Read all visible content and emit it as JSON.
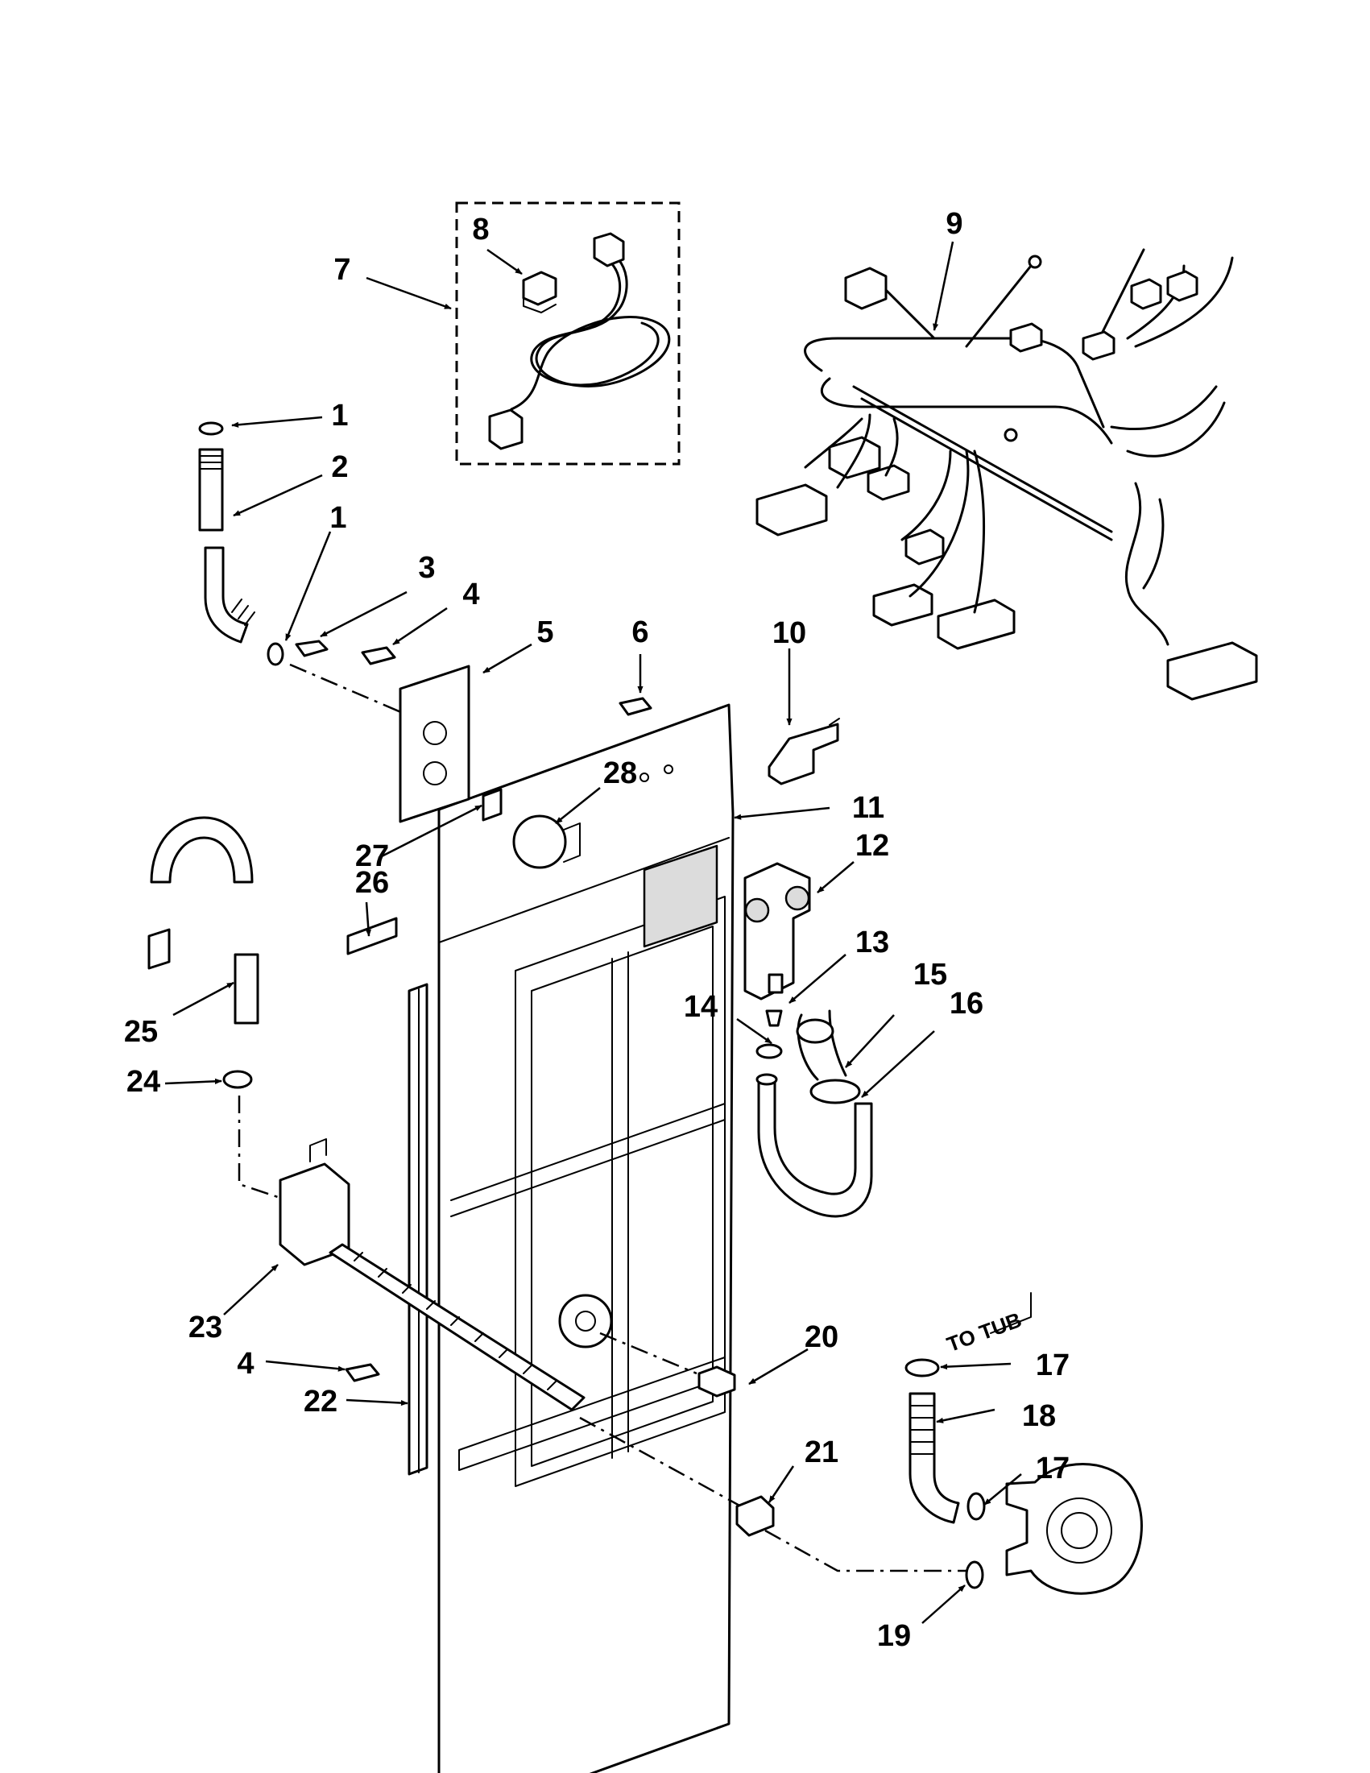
{
  "diagram": {
    "callouts": [
      {
        "id": "c1a",
        "label": "1"
      },
      {
        "id": "c2",
        "label": "2"
      },
      {
        "id": "c1b",
        "label": "1"
      },
      {
        "id": "c3",
        "label": "3"
      },
      {
        "id": "c4a",
        "label": "4"
      },
      {
        "id": "c5",
        "label": "5"
      },
      {
        "id": "c6",
        "label": "6"
      },
      {
        "id": "c7",
        "label": "7"
      },
      {
        "id": "c8",
        "label": "8"
      },
      {
        "id": "c9",
        "label": "9"
      },
      {
        "id": "c10",
        "label": "10"
      },
      {
        "id": "c11",
        "label": "11"
      },
      {
        "id": "c12",
        "label": "12"
      },
      {
        "id": "c13",
        "label": "13"
      },
      {
        "id": "c14",
        "label": "14"
      },
      {
        "id": "c15",
        "label": "15"
      },
      {
        "id": "c16",
        "label": "16"
      },
      {
        "id": "c17a",
        "label": "17"
      },
      {
        "id": "c18",
        "label": "18"
      },
      {
        "id": "c17b",
        "label": "17"
      },
      {
        "id": "c19",
        "label": "19"
      },
      {
        "id": "c20",
        "label": "20"
      },
      {
        "id": "c21",
        "label": "21"
      },
      {
        "id": "c22",
        "label": "22"
      },
      {
        "id": "c4b",
        "label": "4"
      },
      {
        "id": "c23",
        "label": "23"
      },
      {
        "id": "c24",
        "label": "24"
      },
      {
        "id": "c25",
        "label": "25"
      },
      {
        "id": "c26",
        "label": "26"
      },
      {
        "id": "c27",
        "label": "27"
      },
      {
        "id": "c28",
        "label": "28"
      }
    ],
    "annotation": "TO TUB"
  }
}
